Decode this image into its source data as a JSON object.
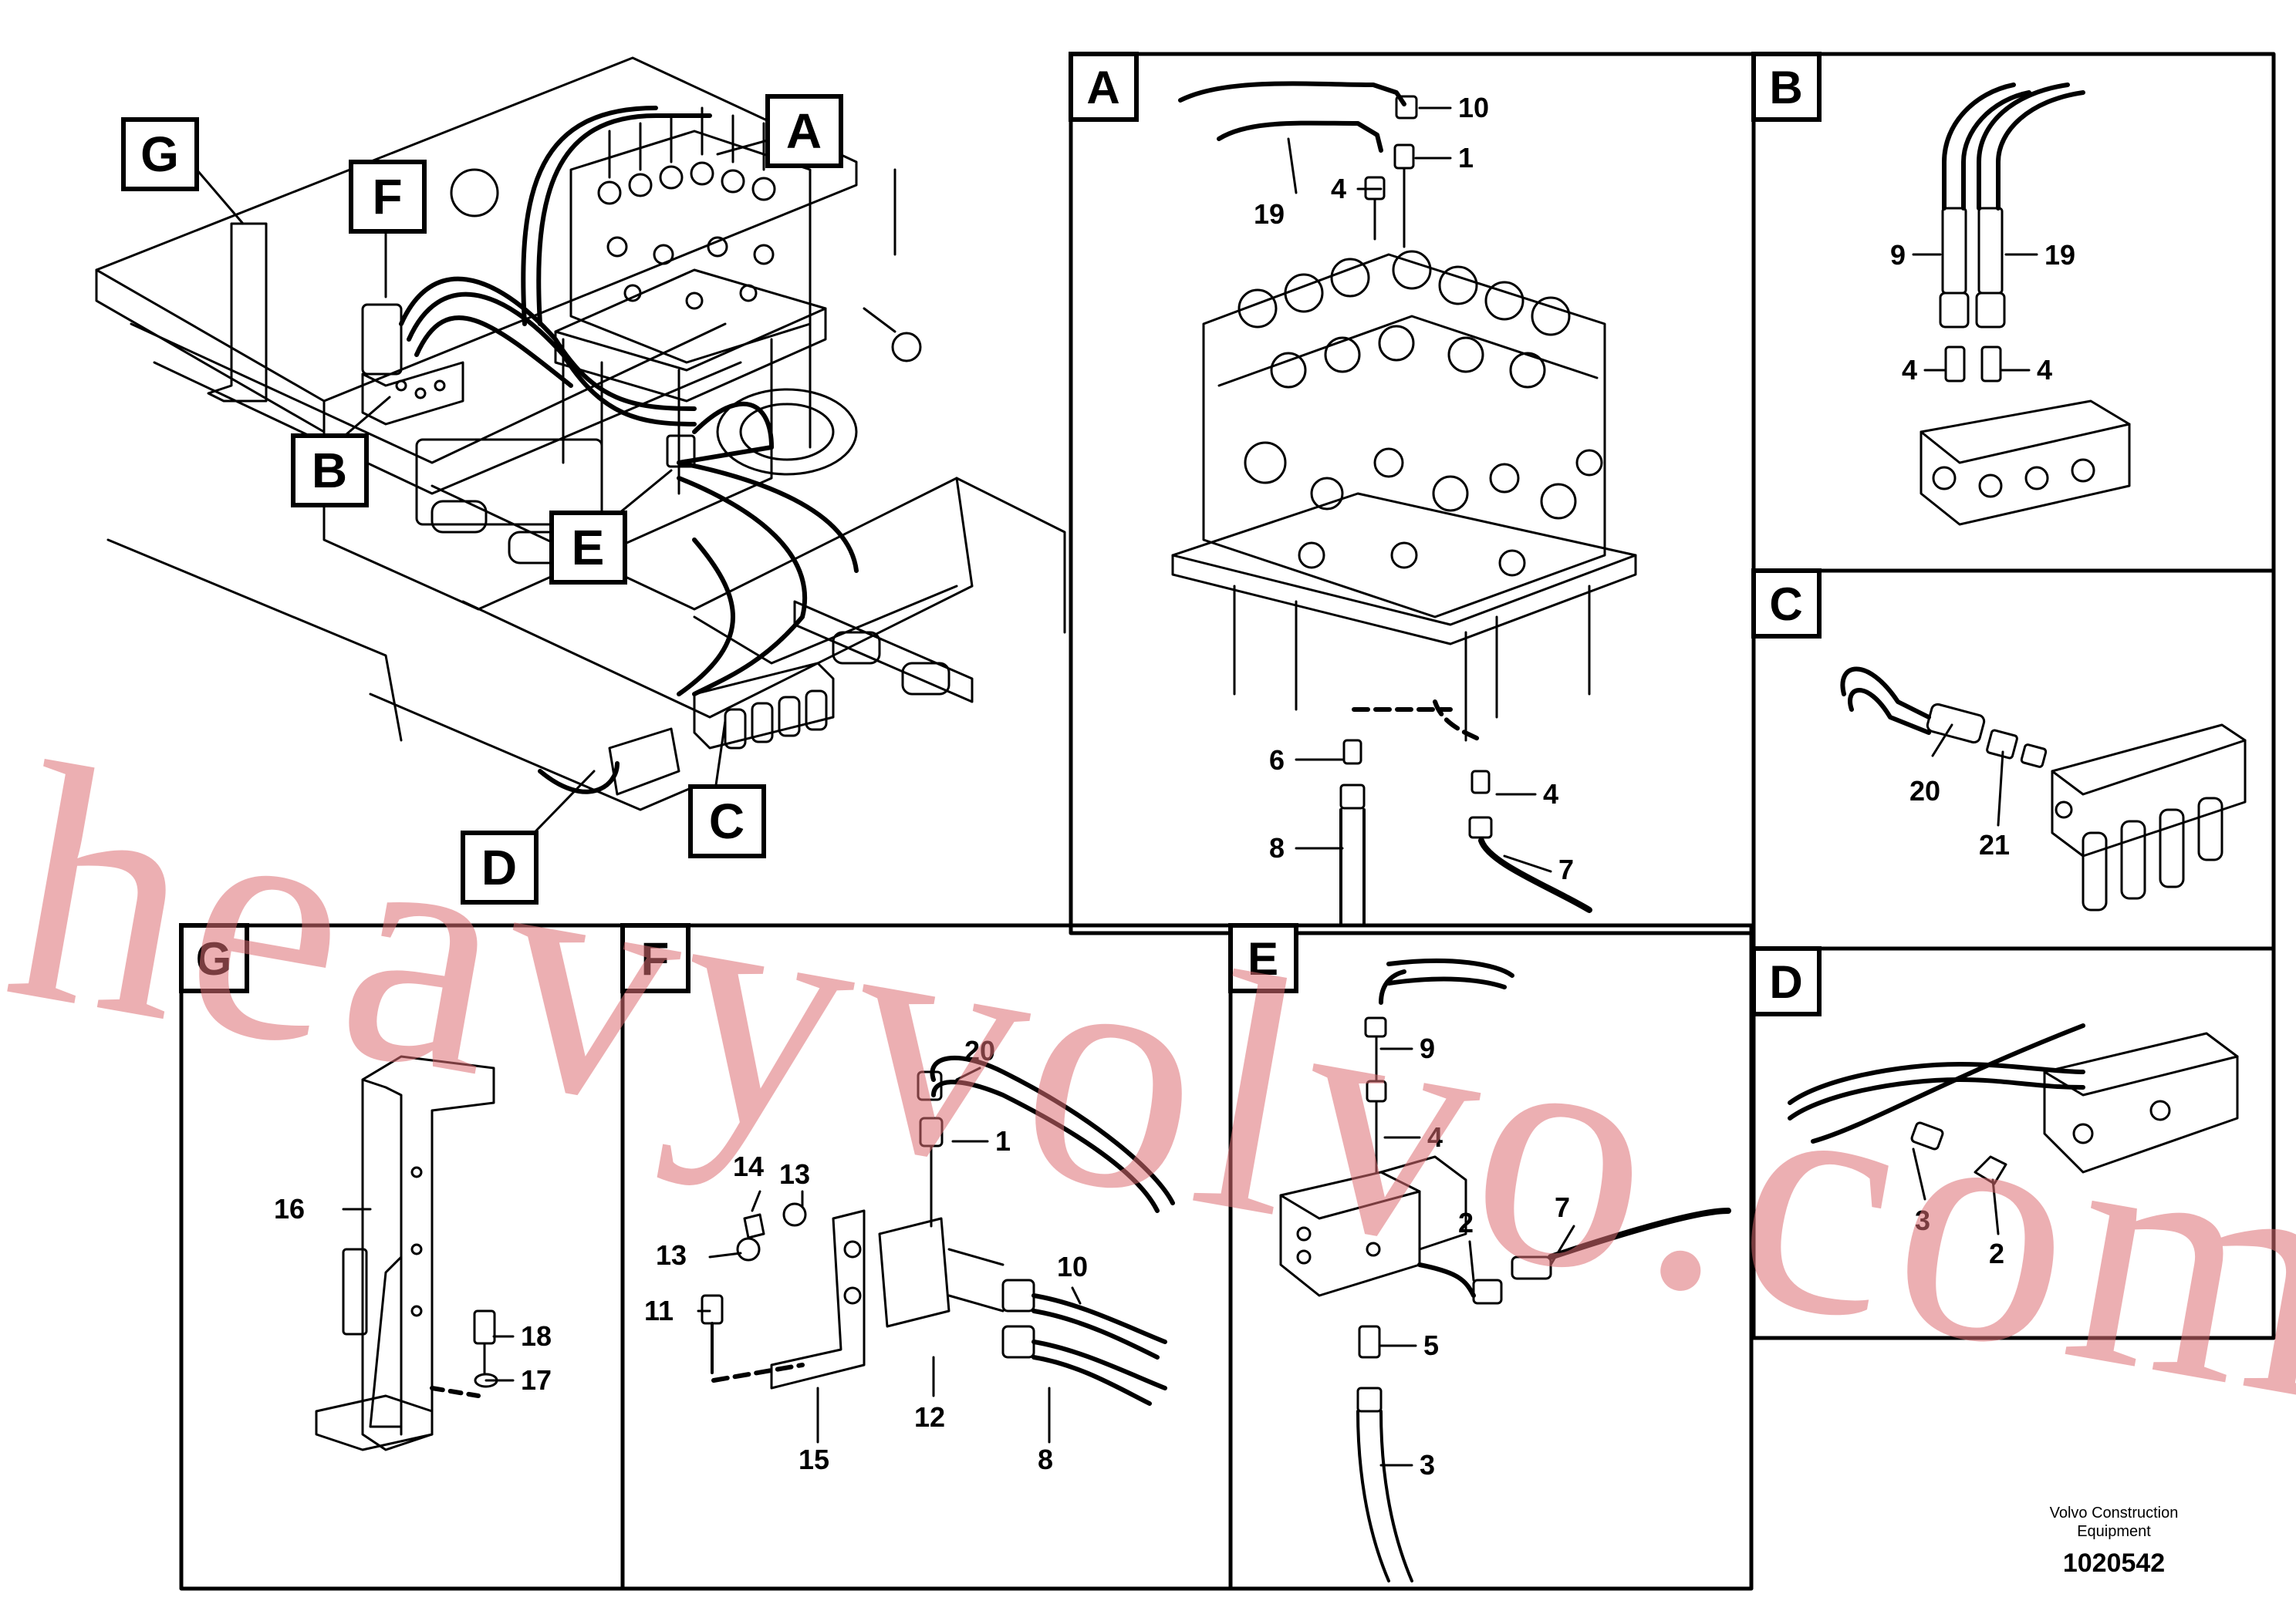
{
  "detail_letters": [
    "A",
    "B",
    "C",
    "D",
    "E",
    "F",
    "G"
  ],
  "panel_titles": {
    "A": "A",
    "B": "B",
    "C": "C",
    "D": "D",
    "E": "E",
    "F": "F",
    "G": "G"
  },
  "callouts": {
    "A": [
      "10",
      "1",
      "19",
      "4",
      "6",
      "4",
      "8",
      "7"
    ],
    "B": [
      "9",
      "19",
      "4",
      "4"
    ],
    "C": [
      "20",
      "21"
    ],
    "D": [
      "3",
      "2"
    ],
    "E": [
      "9",
      "4",
      "2",
      "7",
      "5",
      "3"
    ],
    "F": [
      "20",
      "14",
      "13",
      "1",
      "13",
      "10",
      "11",
      "12",
      "15",
      "8"
    ],
    "G": [
      "16",
      "18",
      "17"
    ]
  },
  "watermark": "heavyvolvo.com",
  "brand": {
    "line1": "Volvo Construction",
    "line2": "Equipment"
  },
  "doc_number": "1020542",
  "colors": {
    "ink": "#000000",
    "watermark": "#e07a80"
  }
}
